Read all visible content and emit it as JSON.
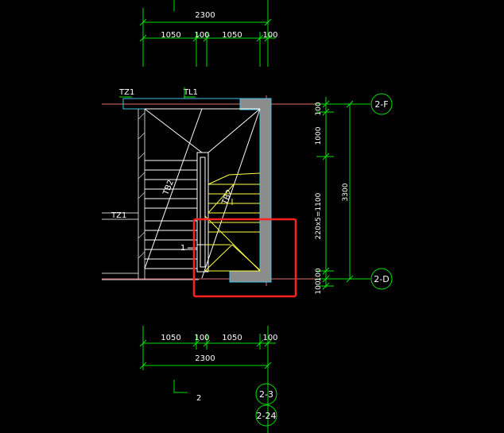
{
  "colors": {
    "background": "#000000",
    "dimension": "#00e000",
    "wall": "#c8c8c8",
    "wall_fill": "#8c8c8c",
    "outline_cyan": "#44c4e0",
    "stair": "#ffffff",
    "flight_yellow": "#ffff44",
    "axis_red": "#e07070",
    "highlight": "#ff2020"
  },
  "dimensions": {
    "top_total": "2300",
    "top_segments": [
      "1050",
      "100",
      "1050",
      "100"
    ],
    "bottom_total": "2300",
    "bottom_segments": [
      "1050",
      "100",
      "1050",
      "100"
    ],
    "right_segments": [
      "100",
      "1000",
      "220x5=1100",
      "100",
      "100"
    ],
    "right_total": "3300"
  },
  "labels": {
    "tz1": "TZ1",
    "tl1": "TL1",
    "flight_left": "TB2",
    "flight_right": "TB2",
    "section_mark": "1",
    "tz_left": "TZ1",
    "bottom_mark": "2"
  },
  "axes": {
    "right_top": "2-F",
    "right_bottom": "2-D",
    "bottom_1": "2-3",
    "bottom_2": "2-24"
  }
}
